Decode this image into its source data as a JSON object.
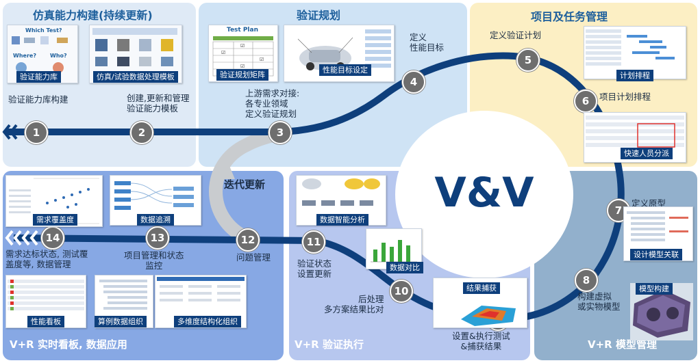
{
  "center_title": "V&V",
  "iteration_label": "迭代更新",
  "panels": {
    "capability": {
      "title": "仿真能力构建(持续更新)",
      "color": "#dfeaf6"
    },
    "planning": {
      "title": "验证规划",
      "color": "#cfe3f5"
    },
    "project": {
      "title": "项目及任务管理",
      "color": "#fcefc4"
    },
    "dashboard": {
      "title": "V+R 实时看板, 数据应用",
      "color": "#87a8e4"
    },
    "execution": {
      "title": "V+R 验证执行",
      "color": "#b7c7ef"
    },
    "model": {
      "title": "V+R 模型管理",
      "color": "#92b0cc"
    }
  },
  "steps": [
    {
      "num": "1",
      "label": "验证能力库构建"
    },
    {
      "num": "2",
      "label": "创建,更新和管理\n验证能力模板"
    },
    {
      "num": "3",
      "label": "上游需求对接:\n各专业领域\n定义验证规划"
    },
    {
      "num": "4",
      "label": "定义\n性能目标"
    },
    {
      "num": "5",
      "label": "定义验证计划"
    },
    {
      "num": "6",
      "label": "项目计划排程"
    },
    {
      "num": "7",
      "label": "定义原型"
    },
    {
      "num": "8",
      "label": "构建虚拟\n或实物模型"
    },
    {
      "num": "9",
      "label": "设置&执行测试\n&捕获结果"
    },
    {
      "num": "10",
      "label": "后处理\n多方案结果比对"
    },
    {
      "num": "11",
      "label": "验证状态\n设置更新"
    },
    {
      "num": "12",
      "label": "问题管理"
    },
    {
      "num": "13",
      "label": "项目管理和状态\n监控"
    },
    {
      "num": "14",
      "label": "需求达标状态, 测试覆\n盖度等, 数据管理"
    }
  ],
  "thumbnails": {
    "capability_lib": {
      "caption": "验证能力库",
      "texts": [
        "Which Test?",
        "Where?",
        "Who?"
      ]
    },
    "template": {
      "caption": "仿真/试验数据处理模板"
    },
    "plan_matrix": {
      "caption": "验证规划矩阵",
      "texts": [
        "Test Plan"
      ]
    },
    "perf_target": {
      "caption": "性能目标设定"
    },
    "schedule": {
      "caption": "计划排程"
    },
    "assign": {
      "caption": "快速人员分派"
    },
    "model_link": {
      "caption": "设计模型关联"
    },
    "model_build": {
      "caption": "模型构建"
    },
    "coverage": {
      "caption": "需求覆盖度"
    },
    "trace": {
      "caption": "数据追溯"
    },
    "perf_board": {
      "caption": "性能看板"
    },
    "case_data": {
      "caption": "算例数据组织"
    },
    "multi_dim": {
      "caption": "多维度结构化组织"
    },
    "smart_analysis": {
      "caption": "数据智能分析"
    },
    "compare": {
      "caption": "数据对比"
    },
    "capture": {
      "caption": "结果捕获"
    }
  }
}
